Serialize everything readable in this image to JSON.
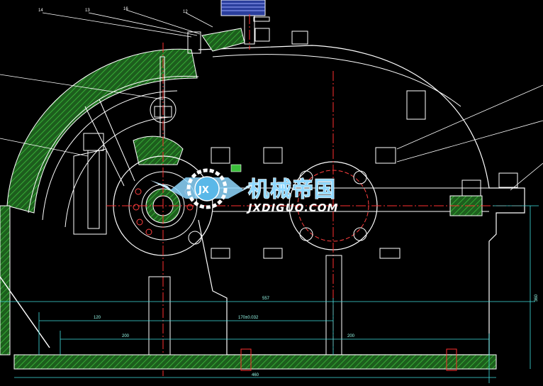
{
  "drawing": {
    "balloons": [
      "14",
      "13",
      "16",
      "12"
    ],
    "dimensions": {
      "overall_span": "557",
      "dim_left": "120",
      "dim_center_tol": "170±0.032",
      "dim_left_half": "200",
      "dim_right_half": "200",
      "base_length": "460",
      "height_right": "360"
    }
  },
  "watermark": {
    "cn_text": "机械帝国",
    "en_text": "JXDIGUO.COM",
    "logo_text": "JX"
  },
  "colors": {
    "background": "#000000",
    "outline": "#ffffff",
    "hatch": "#2e8b2e",
    "centerline": "#ff3030",
    "dimension": "#40e0e0",
    "watermark": "#8fd8ff"
  }
}
